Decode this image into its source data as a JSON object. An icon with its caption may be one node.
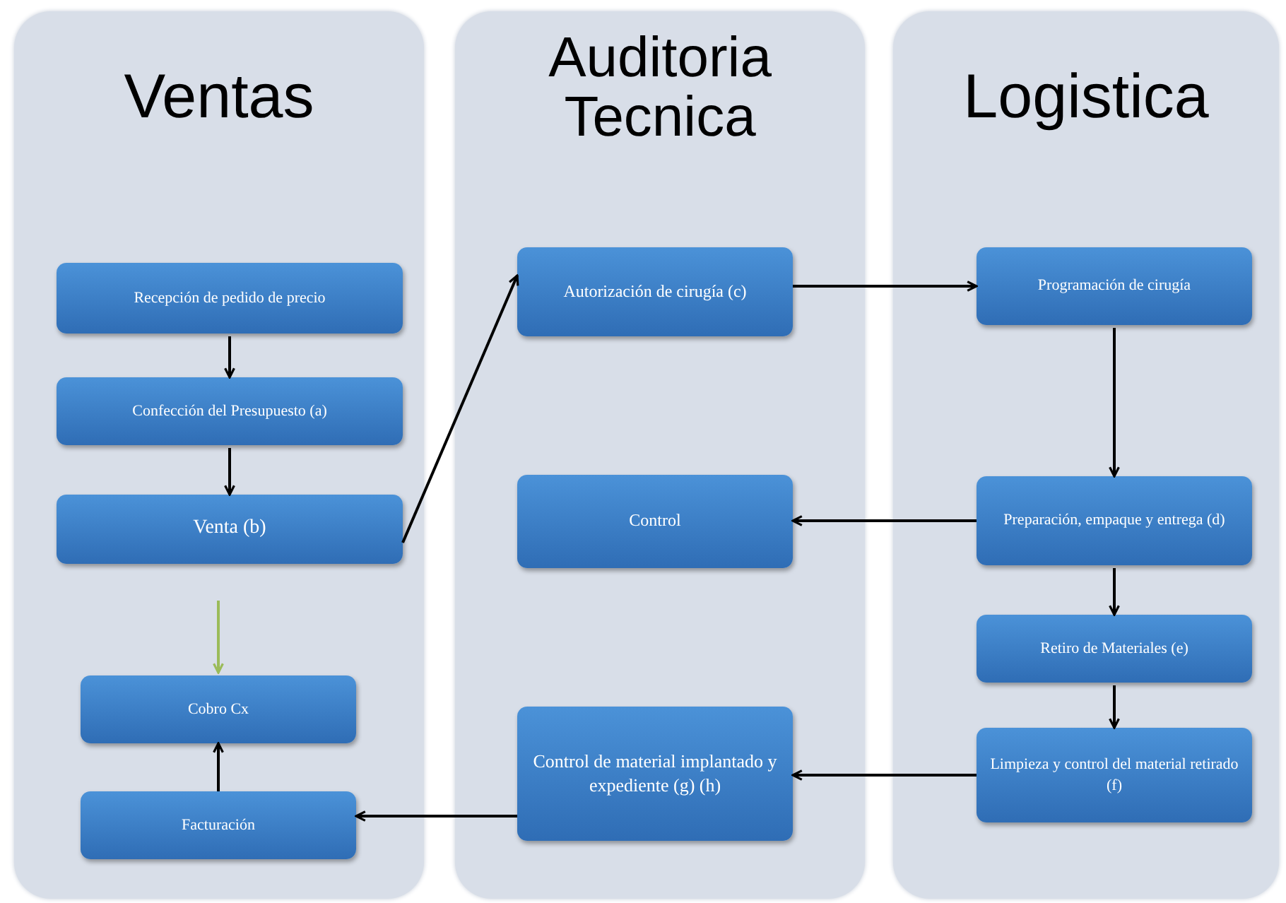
{
  "diagram": {
    "nodes": [
      {
        "text": [
          "Ventas"
        ]
      },
      {
        "text": [
          "Recepción de pedido de precio"
        ],
        "in": 0
      },
      {
        "text": [
          "Confección del Presupuesto (a)"
        ],
        "in": 0
      },
      {
        "text": [
          "Venta (b)"
        ],
        "in": 0
      },
      {
        "text": [
          "Cobro Cx"
        ],
        "in": 0
      },
      {
        "text": [
          "Facturación"
        ],
        "in": 0
      },
      {
        "text": [
          "Auditoria Tecnica"
        ]
      },
      {
        "text": [
          "Autorización de cirugía (c)"
        ],
        "in": 6
      },
      {
        "text": [
          "Control"
        ],
        "in": 6
      },
      {
        "text": [
          "Control de material implantado y expediente (g) (h)"
        ],
        "in": 6
      },
      {
        "text": [
          "Logistica"
        ]
      },
      {
        "text": [
          "Programación de cirugía"
        ],
        "in": 10
      },
      {
        "text": [
          "Preparación, empaque y entrega (d)"
        ],
        "in": 10
      },
      {
        "text": [
          "Retiro de Materiales (e)"
        ],
        "in": 10
      },
      {
        "text": [
          "Limpieza y control del material retirado (f)"
        ],
        "in": 10
      }
    ],
    "edges": [
      {
        "from": 1,
        "to": 2,
        "arrow": "to"
      },
      {
        "from": 2,
        "to": 3,
        "arrow": "to"
      },
      {
        "from": 3,
        "to": 7,
        "arrow": "to"
      },
      {
        "from": 7,
        "to": 11,
        "arrow": "to"
      },
      {
        "from": 11,
        "to": 12,
        "arrow": "to"
      },
      {
        "from": 12,
        "to": 8,
        "arrow": "to"
      },
      {
        "from": 12,
        "to": 13,
        "arrow": "to"
      },
      {
        "from": 13,
        "to": 14,
        "arrow": "to"
      },
      {
        "from": 14,
        "to": 9,
        "arrow": "to"
      },
      {
        "from": 9,
        "to": 5,
        "arrow": "to"
      },
      {
        "from": 5,
        "to": 4,
        "arrow": "to"
      },
      {
        "from": null,
        "to": 4,
        "arrow": "to",
        "color": "#9bbb59"
      }
    ]
  }
}
